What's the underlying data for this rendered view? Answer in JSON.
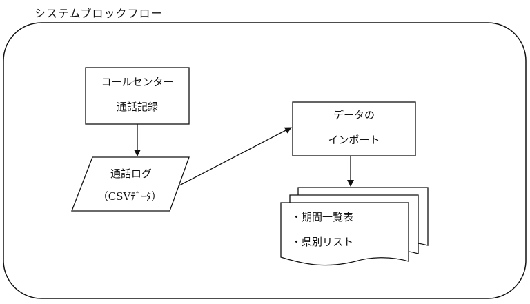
{
  "diagram": {
    "title": "システムブロックフロー",
    "nodes": {
      "call_center": {
        "line1": "コールセンター",
        "line2": "通話記録"
      },
      "call_log": {
        "line1": "通話ログ",
        "line2": "（CSVﾃﾞｰﾀ）"
      },
      "import": {
        "line1": "データの",
        "line2": "インポート"
      },
      "reports": {
        "line1": "・期間一覧表",
        "line2": "・県別リスト"
      }
    },
    "edges": [
      {
        "from": "call_center",
        "to": "call_log"
      },
      {
        "from": "call_log",
        "to": "import"
      },
      {
        "from": "import",
        "to": "reports"
      }
    ]
  }
}
